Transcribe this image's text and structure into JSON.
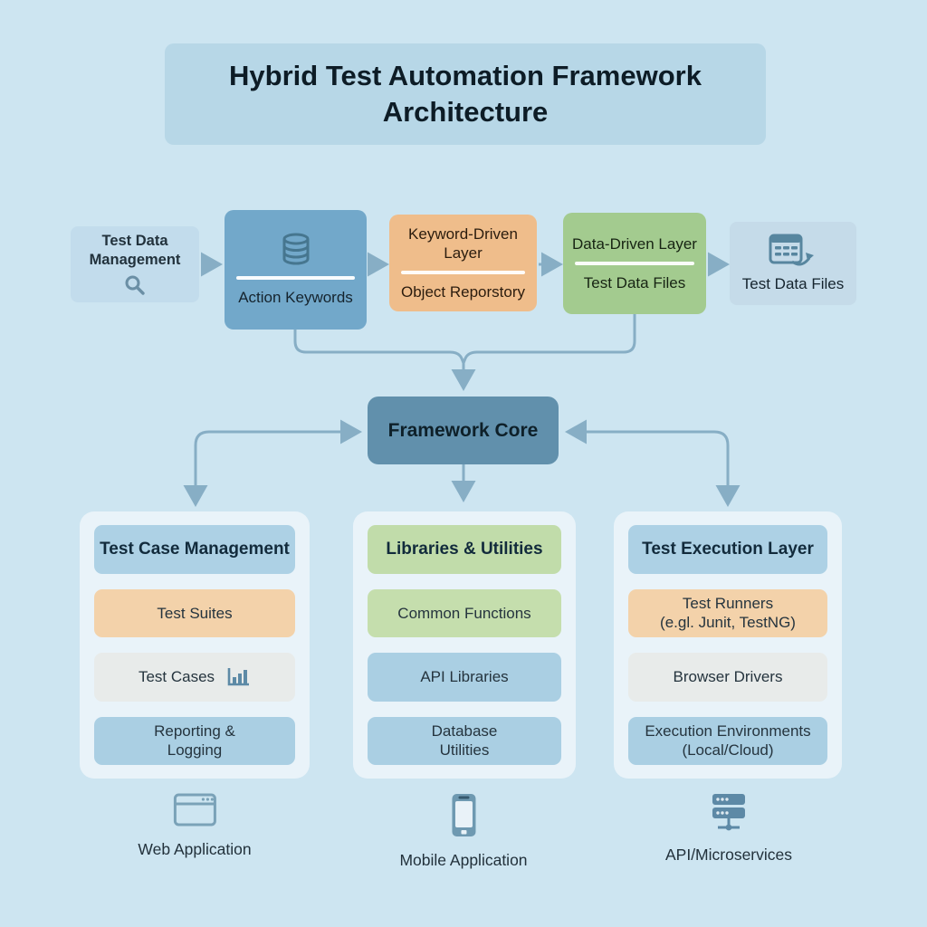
{
  "title": "Hybrid Test Automation Framework Architecture",
  "top_row": {
    "test_data_management": {
      "line1": "Test Data",
      "line2": "Management",
      "icon": "search-icon"
    },
    "action_keywords": {
      "label": "Action Keywords",
      "icon": "database-icon"
    },
    "keyword_driven": {
      "title": "Keyword-Driven Layer",
      "subtitle": "Object Reporstory"
    },
    "data_driven": {
      "title": "Data-Driven Layer",
      "subtitle": "Test Data Files"
    },
    "test_data_files": {
      "label": "Test Data Files",
      "icon": "spreadsheet-export-icon"
    }
  },
  "core": {
    "label": "Framework Core"
  },
  "columns": [
    {
      "header": "Test Case Management",
      "items": [
        {
          "label": "Test Suites"
        },
        {
          "label": "Test Cases",
          "icon": "bar-chart-icon"
        },
        {
          "label": "Reporting &",
          "label2": "Logging"
        }
      ]
    },
    {
      "header": "Libraries & Utilities",
      "items": [
        {
          "label": "Common Functions"
        },
        {
          "label": "API Libraries"
        },
        {
          "label": "Database",
          "label2": "Utilities"
        }
      ]
    },
    {
      "header": "Test Execution Layer",
      "items": [
        {
          "label": "Test Runners",
          "label2": "(e.gl. Junit, TestNG)"
        },
        {
          "label": "Browser Drivers"
        },
        {
          "label": "Execution Environments",
          "label2": "(Local/Cloud)"
        }
      ]
    }
  ],
  "targets": [
    {
      "label": "Web Application",
      "icon": "browser-window-icon"
    },
    {
      "label": "Mobile Application",
      "icon": "smartphone-icon"
    },
    {
      "label": "API/Microservices",
      "icon": "server-stack-icon"
    }
  ],
  "colors": {
    "background": "#cde5f1",
    "title_box": "#b7d7e7",
    "blue_box": "#72a8ca",
    "orange_box": "#efbd8b",
    "green_box": "#a3cb8f",
    "light_blue_box": "#c2dcec",
    "core_box": "#6190ac",
    "panel": "#e9f3f9",
    "header_blue": "#add1e5",
    "header_green": "#c1dcaa",
    "item_orange": "#f3d2aa",
    "item_gray": "#e8ebea",
    "item_blue": "#aacfe3",
    "item_green": "#c5dead",
    "arrow": "#87aec5"
  }
}
